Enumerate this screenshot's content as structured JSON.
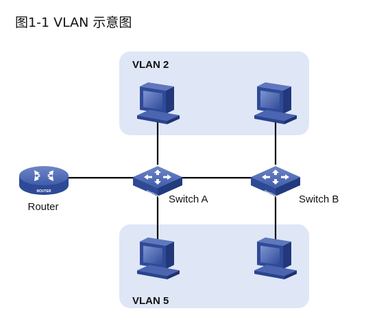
{
  "caption": "图1-1 VLAN 示意图",
  "vlans": [
    {
      "label": "VLAN 2"
    },
    {
      "label": "VLAN 5"
    }
  ],
  "devices": {
    "router": {
      "label": "Router",
      "badge": "ROUTER"
    },
    "switch_a": {
      "label": "Switch A",
      "badge": "SWITCH"
    },
    "switch_b": {
      "label": "Switch B",
      "badge": "SWITCH"
    }
  },
  "colors": {
    "vlan_fill": "#dfe6f6",
    "device_blue": "#3a57a3",
    "link": "#000000"
  },
  "icons": [
    "router-icon",
    "switch-icon",
    "computer-icon"
  ]
}
